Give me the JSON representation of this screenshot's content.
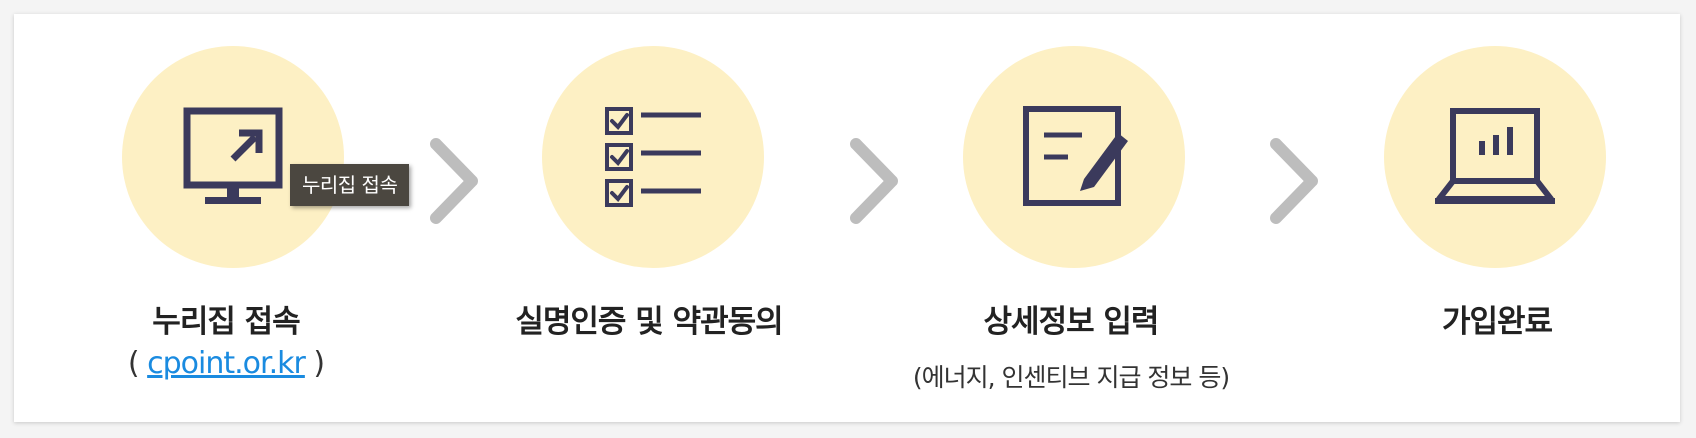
{
  "steps": [
    {
      "title": "누리집 접속",
      "sub_open": "(",
      "sub_link": "cpoint.or.kr",
      "sub_close": ")",
      "icon": "monitor-arrow-icon"
    },
    {
      "title": "실명인증 및 약관동의",
      "icon": "checklist-icon"
    },
    {
      "title": "상세정보 입력",
      "sub": "(에너지, 인센티브 지급 정보 등)",
      "icon": "document-pen-icon"
    },
    {
      "title": "가입완료",
      "icon": "laptop-chart-icon"
    }
  ],
  "tooltip": {
    "text": "누리집 접속"
  },
  "colors": {
    "circle": "#fdf0c4",
    "icon": "#3b3a5c",
    "arrow": "#bdbdbd",
    "link": "#1a8be0",
    "tooltip_bg": "#4b4740"
  }
}
